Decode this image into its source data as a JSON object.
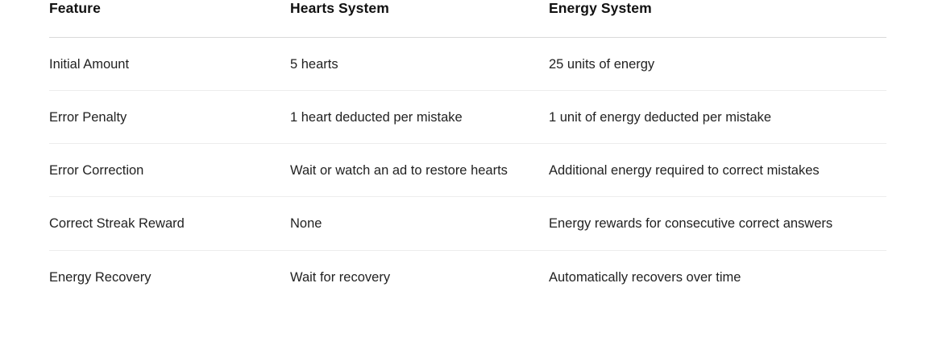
{
  "table": {
    "columns": [
      {
        "key": "feature",
        "label": "Feature"
      },
      {
        "key": "hearts",
        "label": "Hearts System"
      },
      {
        "key": "energy",
        "label": "Energy System"
      }
    ],
    "rows": [
      {
        "feature": "Initial Amount",
        "hearts": "5 hearts",
        "energy": "25 units of energy"
      },
      {
        "feature": "Error Penalty",
        "hearts": "1 heart deducted per mistake",
        "energy": "1 unit of energy deducted per mistake"
      },
      {
        "feature": "Error Correction",
        "hearts": "Wait or watch an ad to restore hearts",
        "energy": "Additional energy required to correct mistakes"
      },
      {
        "feature": "Correct Streak Reward",
        "hearts": "None",
        "energy": "Energy rewards for consecutive correct answers"
      },
      {
        "feature": "Energy Recovery",
        "hearts": "Wait for recovery",
        "energy": "Automatically recovers over time"
      }
    ]
  },
  "style": {
    "background": "#ffffff",
    "text_color": "#222222",
    "header_text_color": "#111111",
    "header_rule_color": "#d9d9d9",
    "row_rule_color": "#ededed"
  }
}
